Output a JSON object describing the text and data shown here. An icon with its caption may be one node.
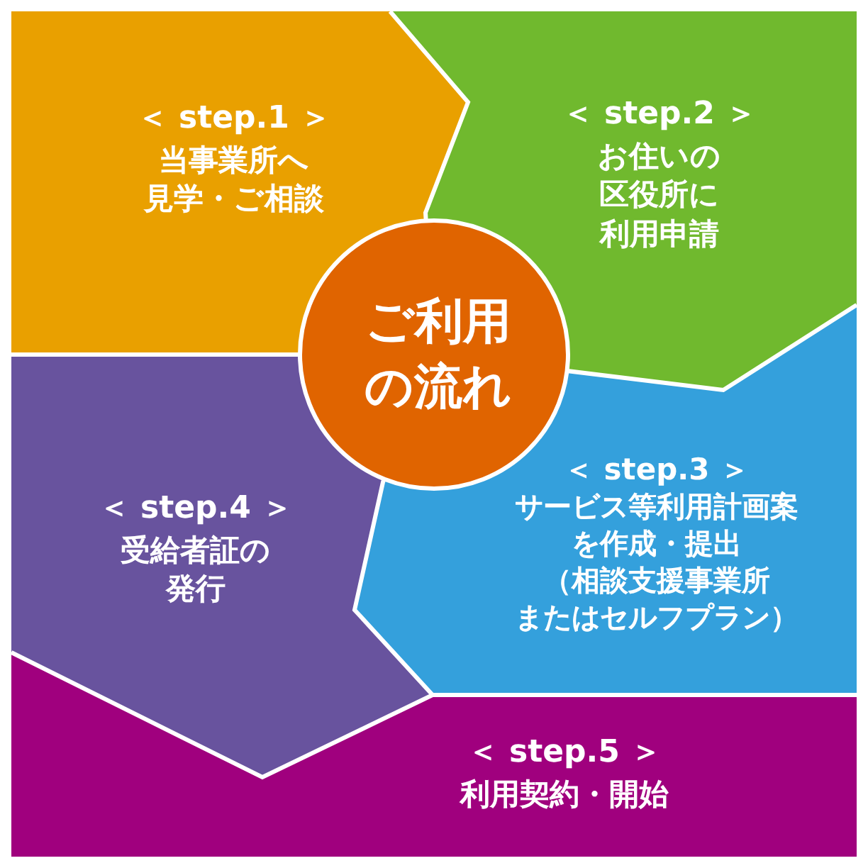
{
  "diagram": {
    "nodes": [
      {
        "text": [
          "ご利用の流れ"
        ]
      },
      {
        "text": [
          "＜ step.1 ＞",
          "当事業所へ見学・ご相談"
        ]
      },
      {
        "text": [
          "＜ step.2 ＞",
          "お住いの区役所に利用申請"
        ]
      },
      {
        "text": [
          "＜ step.3 ＞",
          "サービス等利用計画案を作成・提出（相談支援事業所またはセルフプラン）"
        ]
      },
      {
        "text": [
          "＜ step.4 ＞",
          "受給者証の発行"
        ]
      },
      {
        "text": [
          "＜ step.5 ＞",
          "利用契約・開始"
        ]
      }
    ]
  }
}
